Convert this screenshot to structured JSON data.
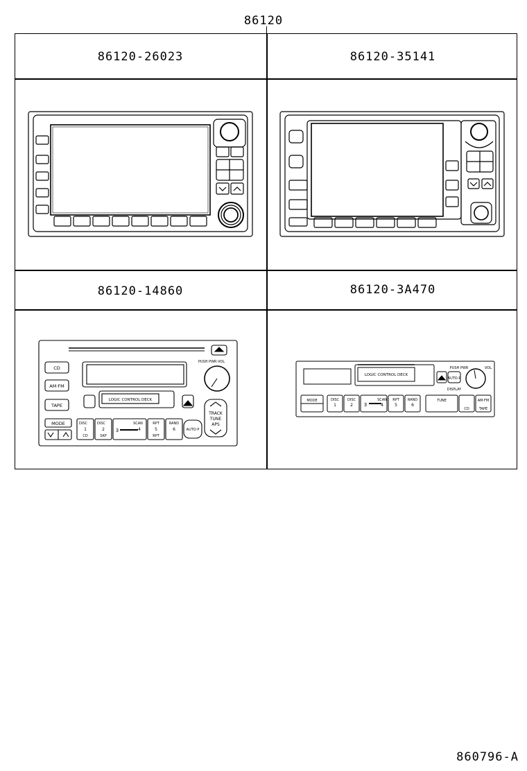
{
  "title": "86120",
  "footer_code": "860796-A",
  "parts": [
    {
      "part_number": "86120-26023"
    },
    {
      "part_number": "86120-35141"
    },
    {
      "part_number": "86120-14860",
      "labels": {
        "cd": "CD",
        "amfm": "AM·FM",
        "tape": "TAPE",
        "mode": "MODE",
        "deck": "LOGIC CONTROL DECK",
        "pwr_vol": "PUSH PWR·VOL",
        "track": "TRACK",
        "tune": "TUNE",
        "aps": "APS",
        "auto": "AUTO·P",
        "disc_down": "DISC",
        "disc_up": "DISC",
        "scan": "SCAN",
        "rpt": "RPT",
        "rand": "RAND",
        "p1": "1",
        "p2": "2",
        "p3": "3",
        "p4": "4",
        "p5": "5",
        "p6": "6",
        "cd_sub": "CD",
        "skp": "SKP",
        "rpt_sub": "RPT"
      }
    },
    {
      "part_number": "86120-3A470",
      "labels": {
        "deck": "LOGIC CONTROL DECK",
        "pwr": "PUSH PWR",
        "vol": "VOL",
        "auto": "AUTO·P",
        "display": "DISPLAY",
        "mode": "MODE",
        "tune": "TUNE",
        "amfm": "AM·FM",
        "cd": "CD",
        "tape": "TAPE",
        "disc_down": "DISC",
        "disc_up": "DISC",
        "scan": "SCAN",
        "rpt": "RPT",
        "rand": "RAND",
        "p1": "1",
        "p2": "2",
        "p3": "3",
        "p4": "4",
        "p5": "5",
        "p6": "6"
      }
    }
  ]
}
